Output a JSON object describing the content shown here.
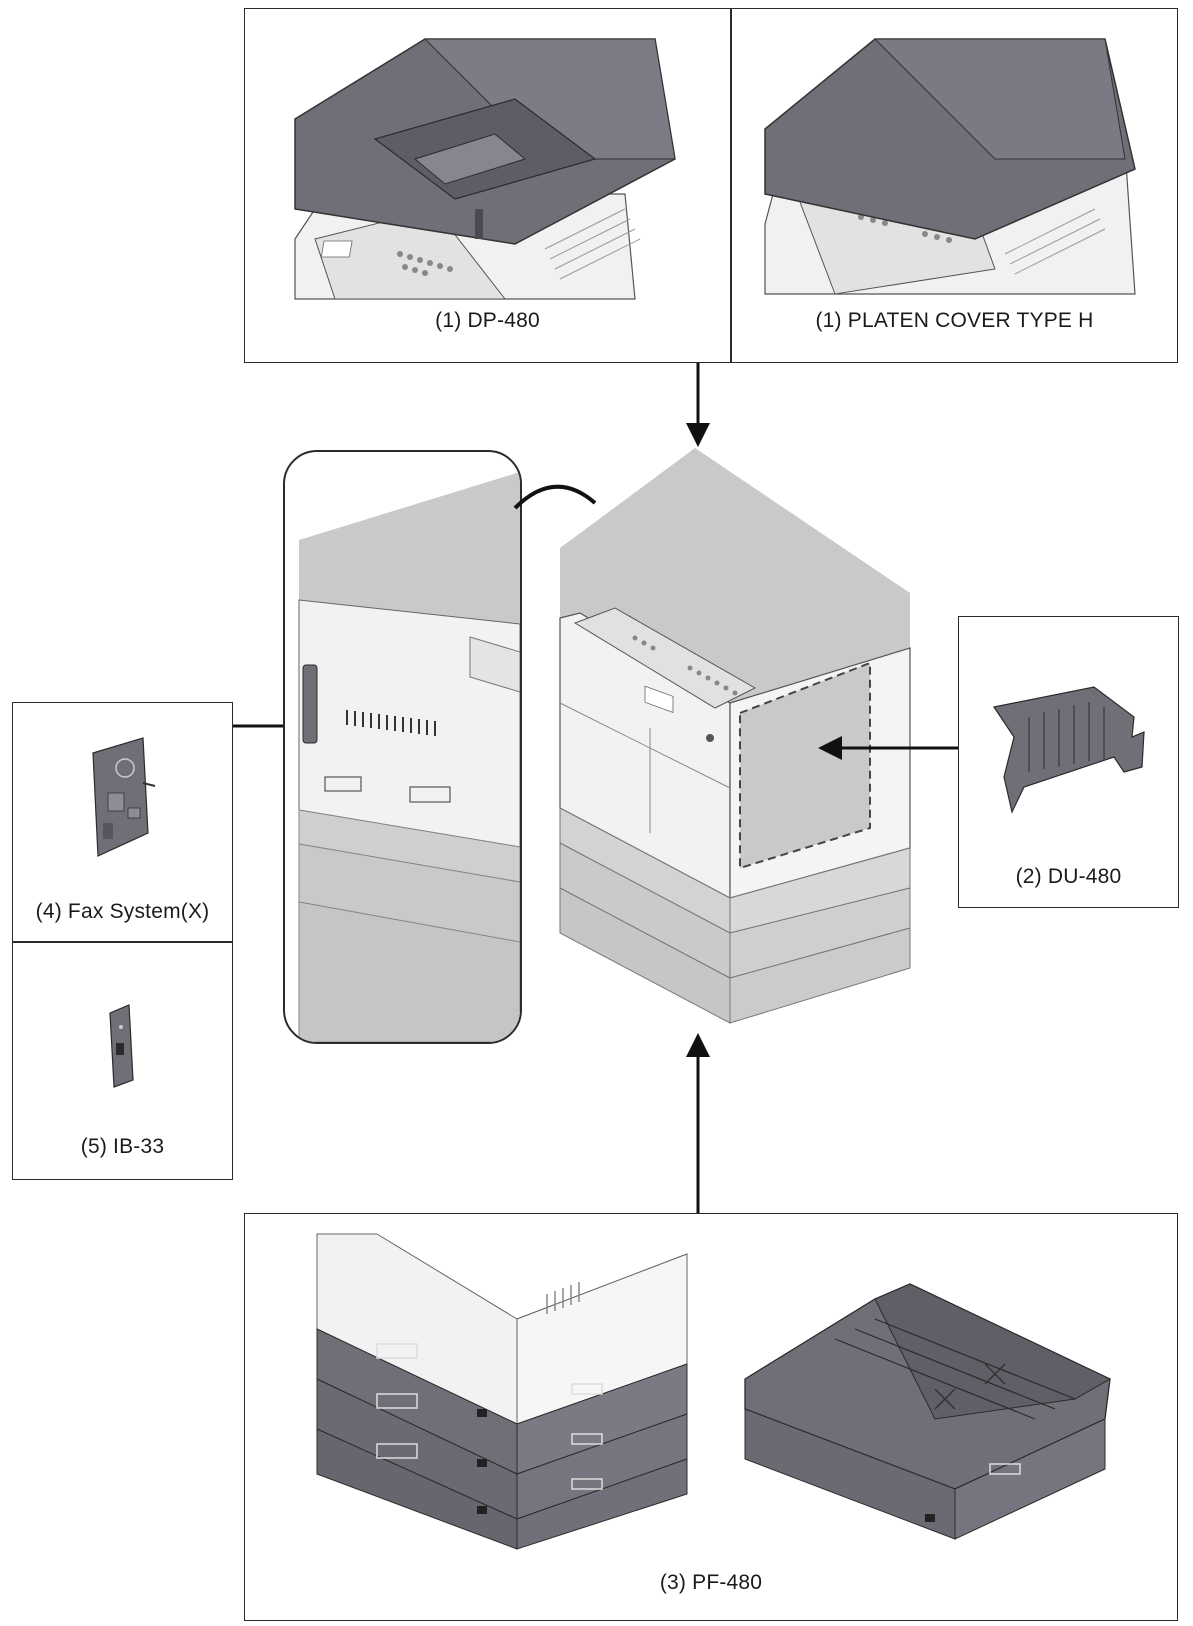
{
  "options": {
    "dp480": "(1) DP-480",
    "platen_cover": "(1) PLATEN COVER TYPE H",
    "du480": "(2) DU-480",
    "pf480": "(3) PF-480",
    "fax_system": "(4) Fax System(X)",
    "ib33": "(5) IB-33"
  },
  "colors": {
    "machine_body": "#ececec",
    "machine_top": "#c9c9c9",
    "option_dark": "#6f6f78",
    "outline": "#2b2b2b"
  }
}
